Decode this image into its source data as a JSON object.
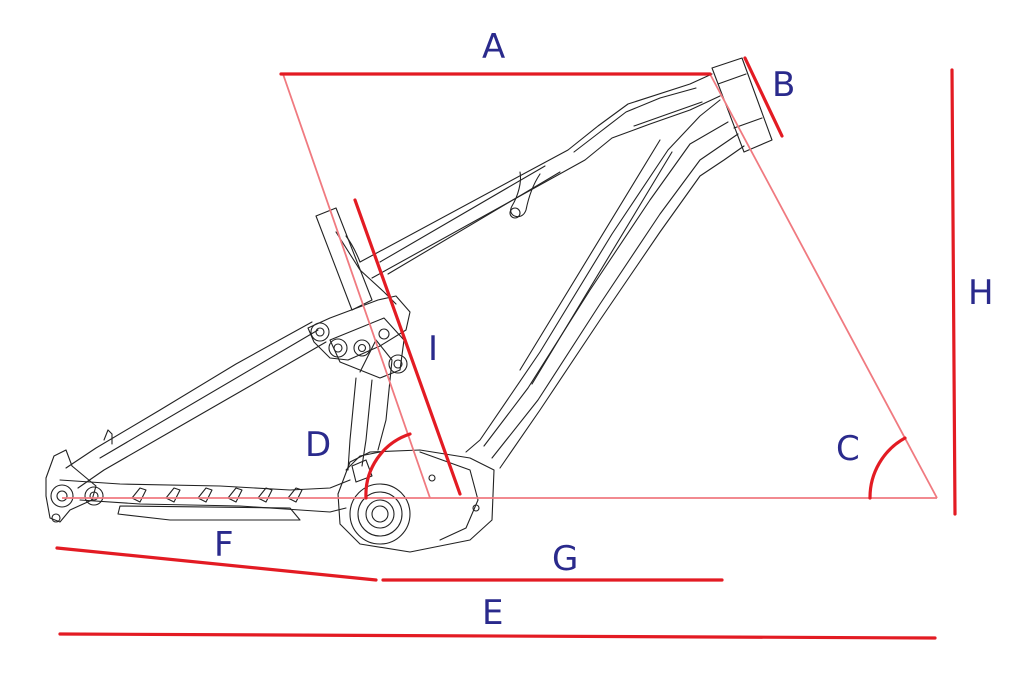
{
  "colors": {
    "dimension": "#e31b23",
    "construction": "#f07a80",
    "label": "#2a2a8c",
    "frame": "#222222"
  },
  "labels": {
    "A": "A",
    "B": "B",
    "C": "C",
    "D": "D",
    "E": "E",
    "F": "F",
    "G": "G",
    "H": "H",
    "I": "I"
  }
}
